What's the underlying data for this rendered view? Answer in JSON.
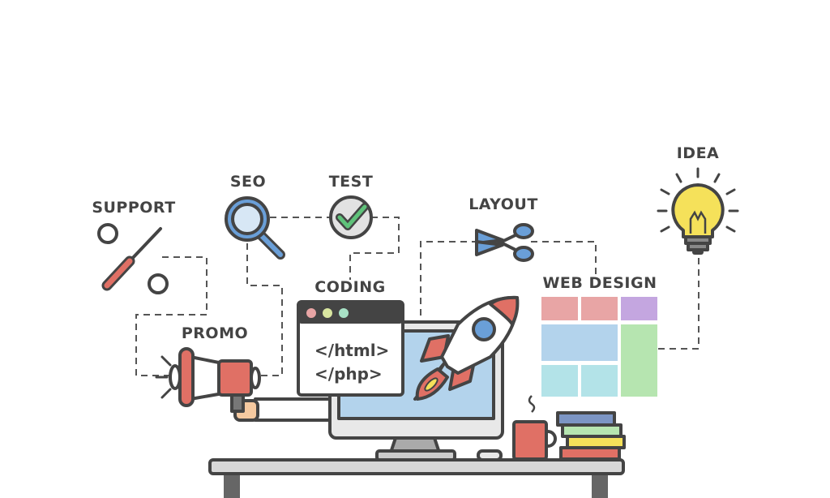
{
  "labels": {
    "support": "SUPPORT",
    "seo": "SEO",
    "test": "TEST",
    "layout": "LAYOUT",
    "idea": "IDEA",
    "coding": "CODING",
    "promo": "PROMO",
    "web_design": "WEB DESIGN"
  },
  "code_window": {
    "line1": "</html>",
    "line2": "</php>"
  },
  "colors": {
    "outline": "#444444",
    "red": "#e07065",
    "blue": "#6a9fd8",
    "light_blue": "#b3d3ec",
    "green": "#5fc27a",
    "yellow": "#f5e15a",
    "pink": "#e8a5a5",
    "purple": "#c4a6e0",
    "light_green": "#b6e5b0",
    "cyan": "#b3e3e8"
  }
}
